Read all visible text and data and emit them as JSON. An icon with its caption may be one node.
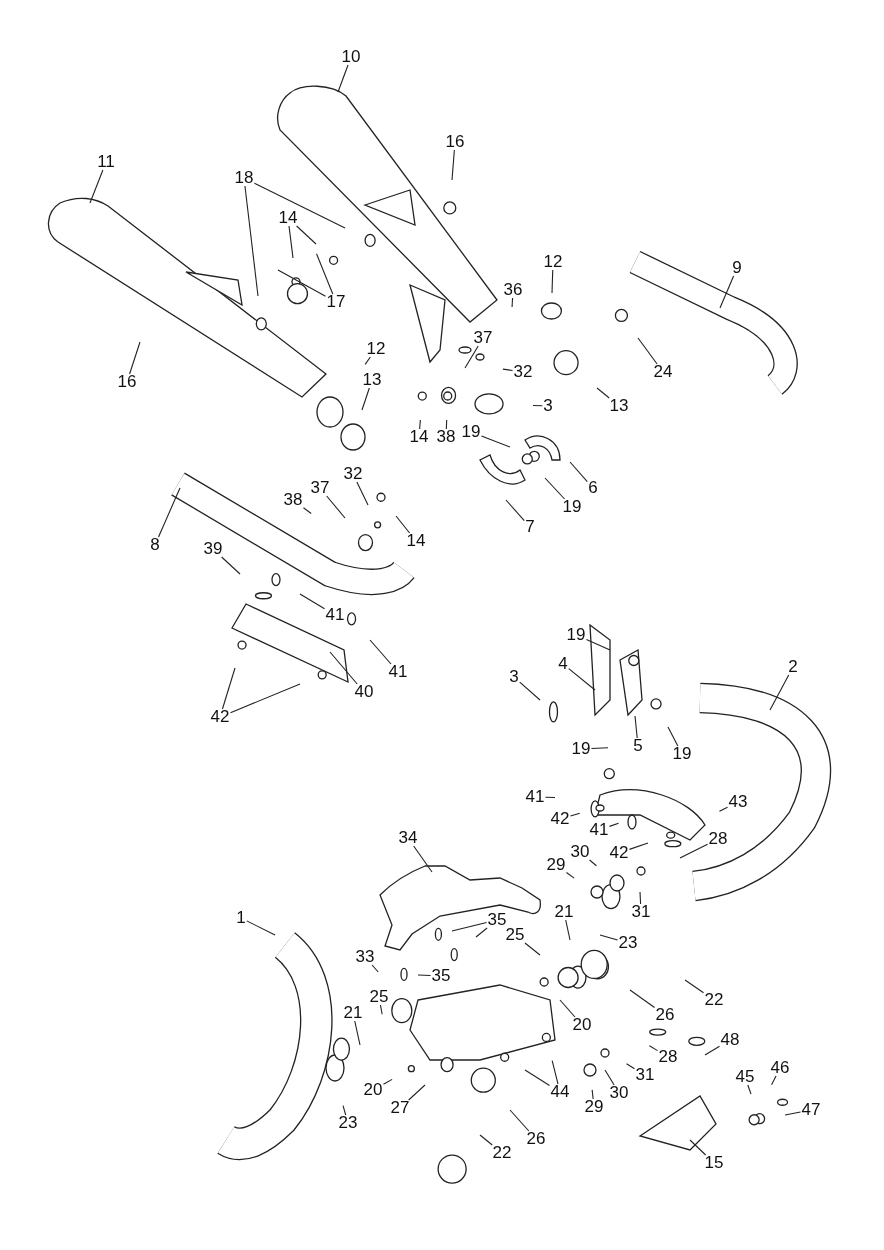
{
  "diagram": {
    "nodes": [
      {
        "text": [
          "10"
        ]
      },
      {
        "text": [
          "11"
        ]
      },
      {
        "text": [
          "16"
        ]
      },
      {
        "text": [
          "18"
        ]
      },
      {
        "text": [
          "14"
        ]
      },
      {
        "text": [
          "17"
        ]
      },
      {
        "text": [
          "12"
        ]
      },
      {
        "text": [
          "9"
        ]
      },
      {
        "text": [
          "36"
        ]
      },
      {
        "text": [
          "37"
        ]
      },
      {
        "text": [
          "24"
        ]
      },
      {
        "text": [
          "32"
        ]
      },
      {
        "text": [
          "16"
        ]
      },
      {
        "text": [
          "12"
        ]
      },
      {
        "text": [
          "13"
        ]
      },
      {
        "text": [
          "13"
        ]
      },
      {
        "text": [
          "3"
        ]
      },
      {
        "text": [
          "14"
        ]
      },
      {
        "text": [
          "38"
        ]
      },
      {
        "text": [
          "19"
        ]
      },
      {
        "text": [
          "6"
        ]
      },
      {
        "text": [
          "19"
        ]
      },
      {
        "text": [
          "32"
        ]
      },
      {
        "text": [
          "37"
        ]
      },
      {
        "text": [
          "38"
        ]
      },
      {
        "text": [
          "14"
        ]
      },
      {
        "text": [
          "7"
        ]
      },
      {
        "text": [
          "8"
        ]
      },
      {
        "text": [
          "39"
        ]
      },
      {
        "text": [
          "41"
        ]
      },
      {
        "text": [
          "41"
        ]
      },
      {
        "text": [
          "40"
        ]
      },
      {
        "text": [
          "42"
        ]
      },
      {
        "text": [
          "19"
        ]
      },
      {
        "text": [
          "4"
        ]
      },
      {
        "text": [
          "3"
        ]
      },
      {
        "text": [
          "2"
        ]
      },
      {
        "text": [
          "5"
        ]
      },
      {
        "text": [
          "19"
        ]
      },
      {
        "text": [
          "19"
        ]
      },
      {
        "text": [
          "43"
        ]
      },
      {
        "text": [
          "41"
        ]
      },
      {
        "text": [
          "42"
        ]
      },
      {
        "text": [
          "41"
        ]
      },
      {
        "text": [
          "42"
        ]
      },
      {
        "text": [
          "28"
        ]
      },
      {
        "text": [
          "29"
        ]
      },
      {
        "text": [
          "30"
        ]
      },
      {
        "text": [
          "31"
        ]
      },
      {
        "text": [
          "34"
        ]
      },
      {
        "text": [
          "1"
        ]
      },
      {
        "text": [
          "35"
        ]
      },
      {
        "text": [
          "25"
        ]
      },
      {
        "text": [
          "21"
        ]
      },
      {
        "text": [
          "23"
        ]
      },
      {
        "text": [
          "33"
        ]
      },
      {
        "text": [
          "35"
        ]
      },
      {
        "text": [
          "25"
        ]
      },
      {
        "text": [
          "26"
        ]
      },
      {
        "text": [
          "22"
        ]
      },
      {
        "text": [
          "20"
        ]
      },
      {
        "text": [
          "21"
        ]
      },
      {
        "text": [
          "28"
        ]
      },
      {
        "text": [
          "48"
        ]
      },
      {
        "text": [
          "20"
        ]
      },
      {
        "text": [
          "31"
        ]
      },
      {
        "text": [
          "27"
        ]
      },
      {
        "text": [
          "44"
        ]
      },
      {
        "text": [
          "30"
        ]
      },
      {
        "text": [
          "29"
        ]
      },
      {
        "text": [
          "45"
        ]
      },
      {
        "text": [
          "46"
        ]
      },
      {
        "text": [
          "47"
        ]
      },
      {
        "text": [
          "23"
        ]
      },
      {
        "text": [
          "26"
        ]
      },
      {
        "text": [
          "22"
        ]
      },
      {
        "text": [
          "15"
        ]
      }
    ],
    "edges": [
      {
        "from": 0,
        "to": null,
        "arrow": "none"
      },
      {
        "from": 1,
        "to": null,
        "arrow": "none"
      },
      {
        "from": 2,
        "to": null,
        "arrow": "none"
      },
      {
        "from": 3,
        "to": null,
        "arrow": "none"
      },
      {
        "from": 3,
        "to": null,
        "arrow": "none"
      },
      {
        "from": 4,
        "to": null,
        "arrow": "none"
      },
      {
        "from": 4,
        "to": null,
        "arrow": "none"
      },
      {
        "from": 5,
        "to": null,
        "arrow": "none"
      },
      {
        "from": 5,
        "to": null,
        "arrow": "none"
      },
      {
        "from": 6,
        "to": null,
        "arrow": "none"
      },
      {
        "from": 7,
        "to": null,
        "arrow": "none"
      },
      {
        "from": 8,
        "to": null,
        "arrow": "none"
      },
      {
        "from": 9,
        "to": null,
        "arrow": "none"
      },
      {
        "from": 10,
        "to": null,
        "arrow": "none"
      },
      {
        "from": 11,
        "to": null,
        "arrow": "none"
      },
      {
        "from": 12,
        "to": null,
        "arrow": "none"
      },
      {
        "from": 13,
        "to": null,
        "arrow": "none"
      },
      {
        "from": 14,
        "to": null,
        "arrow": "none"
      },
      {
        "from": 15,
        "to": null,
        "arrow": "none"
      },
      {
        "from": 16,
        "to": null,
        "arrow": "none"
      },
      {
        "from": 17,
        "to": null,
        "arrow": "none"
      },
      {
        "from": 18,
        "to": null,
        "arrow": "none"
      },
      {
        "from": 19,
        "to": null,
        "arrow": "none"
      },
      {
        "from": 20,
        "to": null,
        "arrow": "none"
      },
      {
        "from": 21,
        "to": null,
        "arrow": "none"
      },
      {
        "from": 22,
        "to": null,
        "arrow": "none"
      },
      {
        "from": 23,
        "to": null,
        "arrow": "none"
      },
      {
        "from": 24,
        "to": null,
        "arrow": "none"
      },
      {
        "from": 25,
        "to": null,
        "arrow": "none"
      },
      {
        "from": 26,
        "to": null,
        "arrow": "none"
      },
      {
        "from": 27,
        "to": null,
        "arrow": "none"
      },
      {
        "from": 28,
        "to": null,
        "arrow": "none"
      },
      {
        "from": 29,
        "to": null,
        "arrow": "none"
      },
      {
        "from": 30,
        "to": null,
        "arrow": "none"
      },
      {
        "from": 31,
        "to": null,
        "arrow": "none"
      },
      {
        "from": 32,
        "to": null,
        "arrow": "none"
      },
      {
        "from": 32,
        "to": null,
        "arrow": "none"
      },
      {
        "from": 33,
        "to": null,
        "arrow": "none"
      },
      {
        "from": 34,
        "to": null,
        "arrow": "none"
      },
      {
        "from": 35,
        "to": null,
        "arrow": "none"
      },
      {
        "from": 36,
        "to": null,
        "arrow": "none"
      },
      {
        "from": 37,
        "to": null,
        "arrow": "none"
      },
      {
        "from": 38,
        "to": null,
        "arrow": "none"
      },
      {
        "from": 39,
        "to": null,
        "arrow": "none"
      },
      {
        "from": 40,
        "to": null,
        "arrow": "none"
      },
      {
        "from": 41,
        "to": null,
        "arrow": "none"
      },
      {
        "from": 42,
        "to": null,
        "arrow": "none"
      },
      {
        "from": 43,
        "to": null,
        "arrow": "none"
      },
      {
        "from": 44,
        "to": null,
        "arrow": "none"
      },
      {
        "from": 45,
        "to": null,
        "arrow": "none"
      },
      {
        "from": 46,
        "to": null,
        "arrow": "none"
      },
      {
        "from": 47,
        "to": null,
        "arrow": "none"
      },
      {
        "from": 48,
        "to": null,
        "arrow": "none"
      },
      {
        "from": 49,
        "to": null,
        "arrow": "none"
      },
      {
        "from": 50,
        "to": null,
        "arrow": "none"
      },
      {
        "from": 51,
        "to": null,
        "arrow": "none"
      },
      {
        "from": 51,
        "to": null,
        "arrow": "none"
      },
      {
        "from": 52,
        "to": null,
        "arrow": "none"
      },
      {
        "from": 53,
        "to": null,
        "arrow": "none"
      },
      {
        "from": 54,
        "to": null,
        "arrow": "none"
      },
      {
        "from": 55,
        "to": null,
        "arrow": "none"
      },
      {
        "from": 56,
        "to": null,
        "arrow": "none"
      },
      {
        "from": 57,
        "to": null,
        "arrow": "none"
      },
      {
        "from": 58,
        "to": null,
        "arrow": "none"
      },
      {
        "from": 59,
        "to": null,
        "arrow": "none"
      },
      {
        "from": 60,
        "to": null,
        "arrow": "none"
      },
      {
        "from": 61,
        "to": null,
        "arrow": "none"
      },
      {
        "from": 62,
        "to": null,
        "arrow": "none"
      },
      {
        "from": 63,
        "to": null,
        "arrow": "none"
      },
      {
        "from": 64,
        "to": null,
        "arrow": "none"
      },
      {
        "from": 65,
        "to": null,
        "arrow": "none"
      },
      {
        "from": 66,
        "to": null,
        "arrow": "none"
      },
      {
        "from": 67,
        "to": null,
        "arrow": "none"
      },
      {
        "from": 67,
        "to": null,
        "arrow": "none"
      },
      {
        "from": 68,
        "to": null,
        "arrow": "none"
      },
      {
        "from": 69,
        "to": null,
        "arrow": "none"
      },
      {
        "from": 70,
        "to": null,
        "arrow": "none"
      },
      {
        "from": 71,
        "to": null,
        "arrow": "none"
      },
      {
        "from": 72,
        "to": null,
        "arrow": "none"
      },
      {
        "from": 73,
        "to": null,
        "arrow": "none"
      },
      {
        "from": 74,
        "to": null,
        "arrow": "none"
      },
      {
        "from": 75,
        "to": null,
        "arrow": "none"
      },
      {
        "from": 76,
        "to": null,
        "arrow": "none"
      }
    ]
  }
}
